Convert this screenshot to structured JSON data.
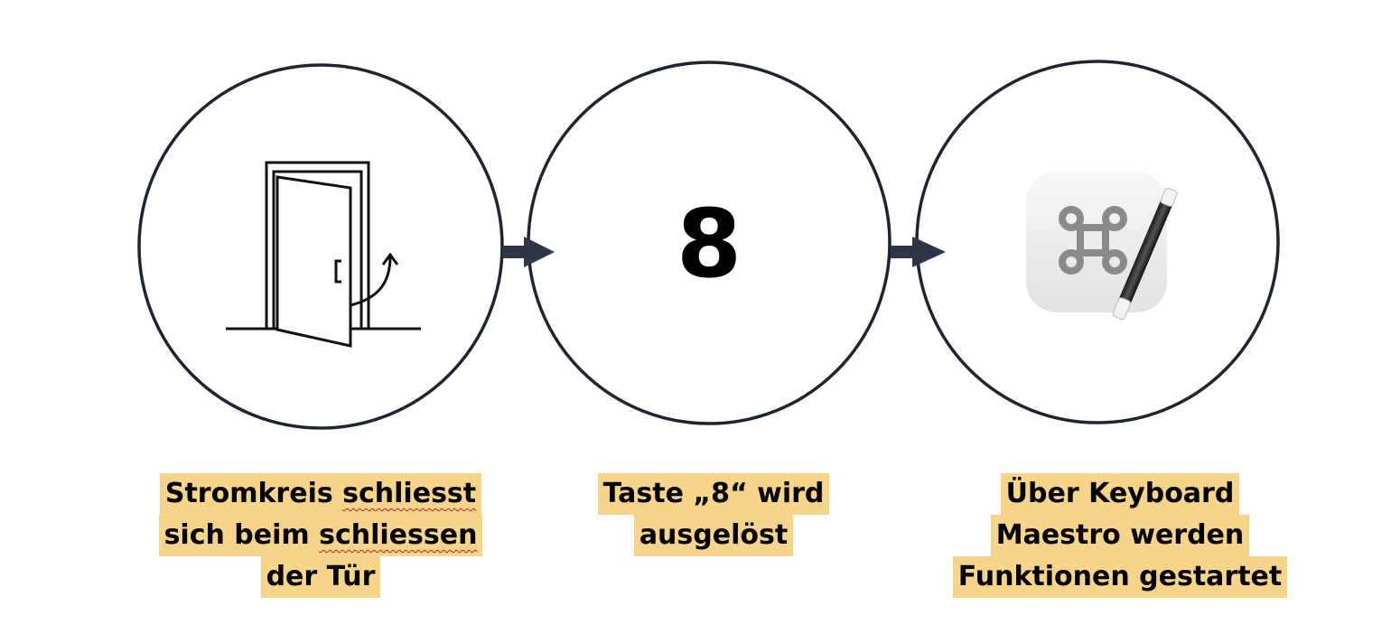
{
  "steps": [
    {
      "icon": "door-closing-icon",
      "caption": {
        "line1a": "Stromkreis ",
        "line1b": "schliesst",
        "line2a": "sich beim ",
        "line2b": "schliessen",
        "line3": "der Tür"
      }
    },
    {
      "icon": "digit-8",
      "digit": "8",
      "caption": {
        "line1": "Taste „8“ wird",
        "line2": "ausgelöst"
      }
    },
    {
      "icon": "keyboard-maestro-app-icon",
      "caption": {
        "line1": "Über Keyboard",
        "line2": "Maestro werden",
        "line3": "Funktionen gestartet"
      }
    }
  ],
  "colors": {
    "circle_stroke": "#1f2433",
    "arrow": "#2e3547",
    "highlight": "#f6d48a",
    "spellcheck": "#d11a1a"
  }
}
